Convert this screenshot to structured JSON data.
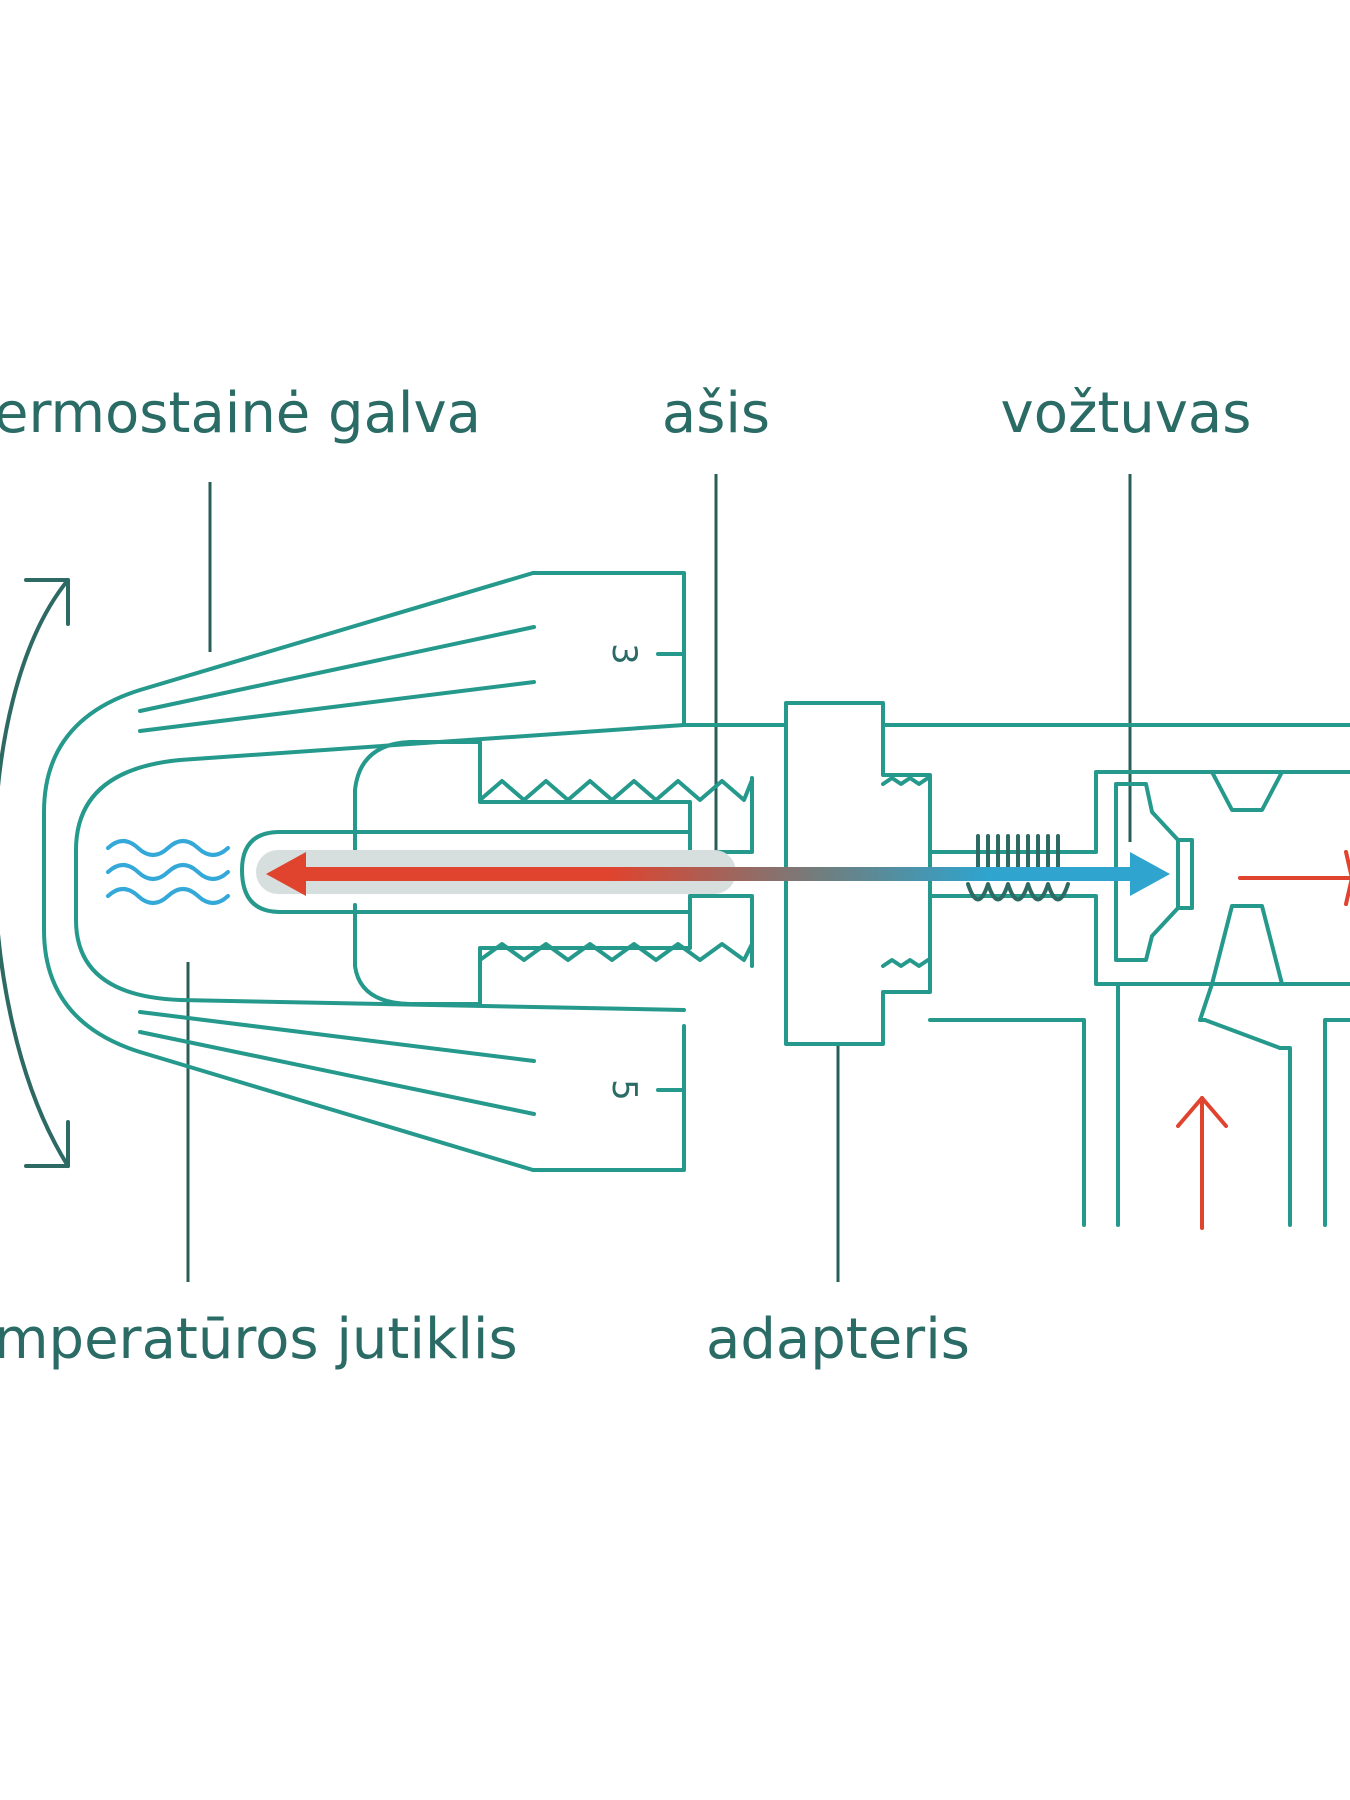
{
  "labels": {
    "head": "ermostainė galva",
    "axis": "ašis",
    "valve": "vožtuvas",
    "sensor": "mperatūros jutiklis",
    "adapter": "adapteris"
  },
  "scale": {
    "top": "3",
    "bottom": "5"
  },
  "icons": {
    "rotation_arrows": "curved-double-arrow-icon",
    "heat_waves": "heat-waves-icon",
    "spring": "spring-icon",
    "flow_up": "flow-arrow-up-icon",
    "flow_right": "flow-arrow-right-icon"
  },
  "colors": {
    "outline": "#25998b",
    "text": "#2a6b65",
    "hot": "#e0432e",
    "cold": "#2ea4cf",
    "waves": "#34a8d8"
  }
}
